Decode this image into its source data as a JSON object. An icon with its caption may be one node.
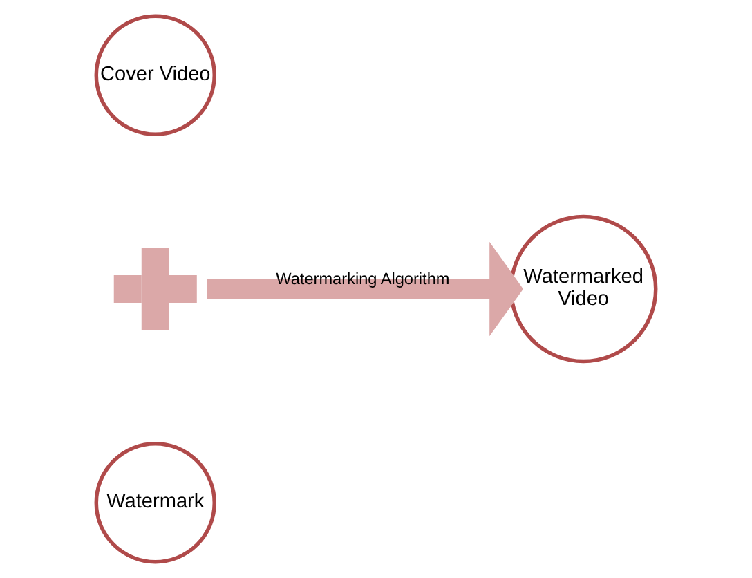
{
  "diagram": {
    "nodes": [
      {
        "text": [
          "Cover Video"
        ]
      },
      {
        "text": [],
        "shape": "plus"
      },
      {
        "text": [
          "Watermark"
        ]
      },
      {
        "text": [
          "Watermarked Video"
        ]
      }
    ],
    "edges": [
      {
        "from": 1,
        "to": 3,
        "arrow": "to",
        "label": "Watermarking Algorithm"
      }
    ]
  }
}
